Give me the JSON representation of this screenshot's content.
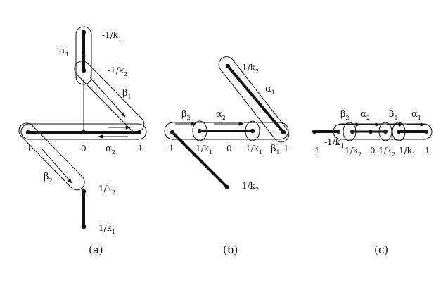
{
  "labels": {
    "neg_one": "-1",
    "zero": "0",
    "one": "1",
    "neg_inv_prefix": "-1/k",
    "inv_prefix": "1/k",
    "sub_1": "1",
    "sub_2": "2",
    "alpha": "α",
    "beta": "β"
  },
  "captions": {
    "a": "(a)",
    "b": "(b)",
    "c": "(c)"
  },
  "colors": {
    "ink": "#111111",
    "background": "#ffffff"
  }
}
